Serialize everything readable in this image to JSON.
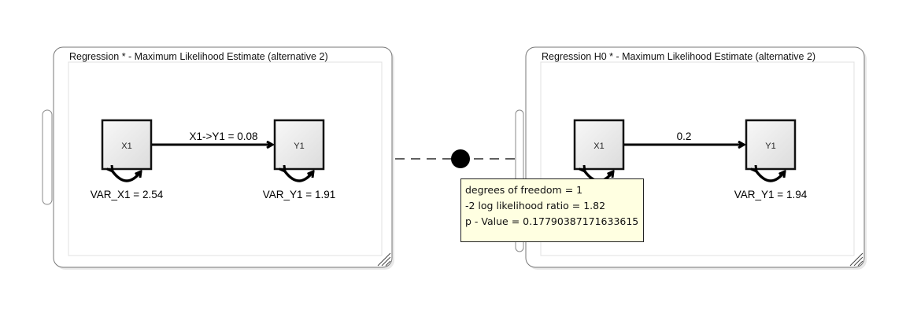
{
  "models": [
    {
      "title": "Regression * - Maximum Likelihood Estimate (alternative 2)",
      "nodes": [
        {
          "label": "X1"
        },
        {
          "label": "Y1"
        }
      ],
      "path_label": "X1->Y1 = 0.08",
      "variance_labels": [
        "VAR_X1 = 2.54",
        "VAR_Y1 = 1.91"
      ]
    },
    {
      "title": "Regression H0 * - Maximum Likelihood Estimate (alternative 2)",
      "nodes": [
        {
          "label": "X1"
        },
        {
          "label": "Y1"
        }
      ],
      "path_label": "0.2",
      "variance_labels": [
        "",
        "VAR_Y1 = 1.94"
      ]
    }
  ],
  "comparison": {
    "lines": [
      "degrees of freedom = 1",
      "-2 log likelihood ratio = 1.82",
      "p - Value = 0.17790387171633615"
    ]
  }
}
